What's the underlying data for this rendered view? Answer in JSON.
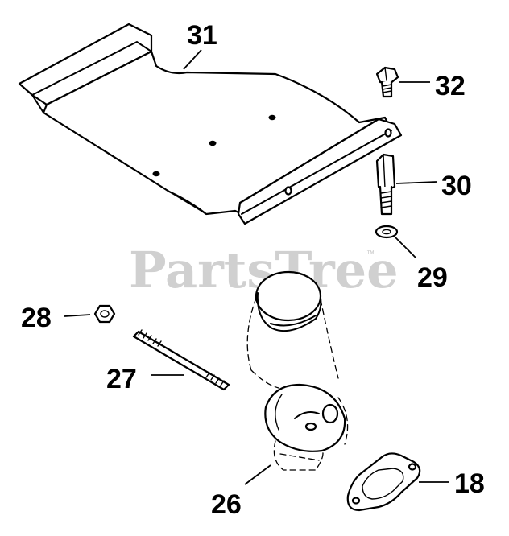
{
  "watermark": {
    "text": "PartsTree",
    "mark": "™"
  },
  "callouts": {
    "p31": "31",
    "p32": "32",
    "p30": "30",
    "p29": "29",
    "p28": "28",
    "p27": "27",
    "p26": "26",
    "p18": "18"
  },
  "colors": {
    "line": "#000000",
    "watermark": "#d0d0d0",
    "background": "#ffffff"
  }
}
